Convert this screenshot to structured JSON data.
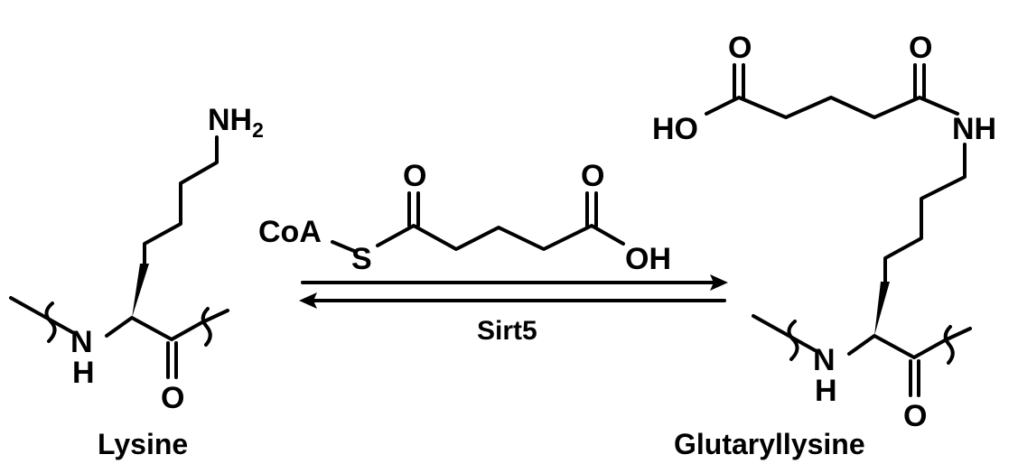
{
  "colors": {
    "ink": "#000000",
    "background": "#ffffff"
  },
  "lysine": {
    "name": "Lysine",
    "amine_main": "NH",
    "amine_sub": "2",
    "backbone_n": "N",
    "backbone_h": "H",
    "carbonyl_o": "O"
  },
  "reagent": {
    "coa": "CoA",
    "sulfur": "S",
    "thioester_o": "O",
    "acid_o": "O",
    "acid_oh": "OH"
  },
  "enzyme": {
    "label": "Sirt5"
  },
  "glutaryllysine": {
    "name": "Glutaryllysine",
    "acid_ho": "HO",
    "acid_o": "O",
    "amide_o": "O",
    "amide_nh": "NH",
    "backbone_n": "N",
    "backbone_h": "H",
    "carbonyl_o": "O"
  }
}
